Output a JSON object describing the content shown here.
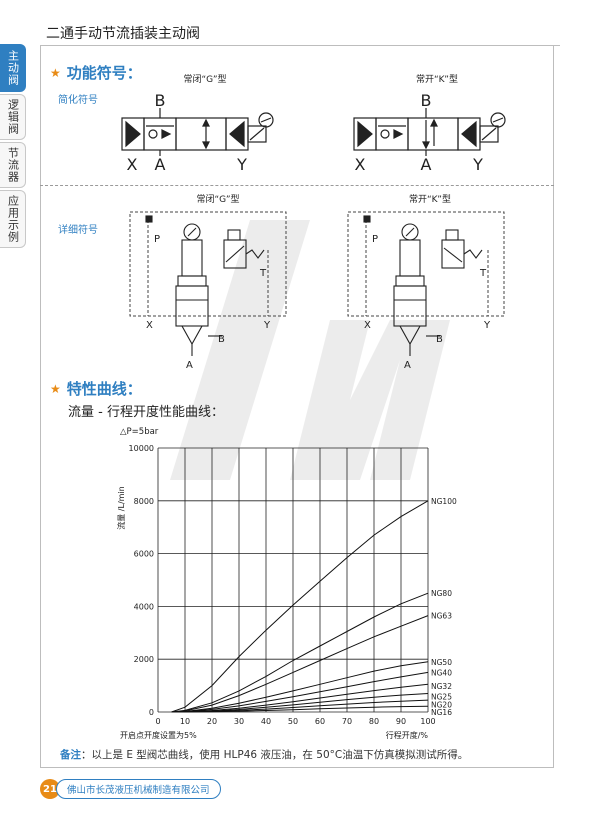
{
  "page": {
    "title": "二通手动节流插装主动阀",
    "page_number": "21",
    "company": "佛山市长茂液压机械制造有限公司"
  },
  "side_tabs": [
    {
      "label": "主动阀",
      "active": true
    },
    {
      "label": "逻辑阀",
      "active": false
    },
    {
      "label": "节流器",
      "active": false
    },
    {
      "label": "应用示例",
      "active": false
    }
  ],
  "symbols": {
    "heading": "功能符号：",
    "simplified_label": "简化符号",
    "detailed_label": "详细符号",
    "simplified_g": {
      "type_label": "常闭“G”型",
      "port_b": "B",
      "port_x": "X",
      "port_a": "A",
      "port_y": "Y"
    },
    "simplified_k": {
      "type_label": "常开“K”型",
      "port_b": "B",
      "port_x": "X",
      "port_a": "A",
      "port_y": "Y"
    },
    "detailed_g": {
      "type_label": "常闭“G”型",
      "port_p": "P",
      "port_t": "T",
      "port_x": "X",
      "port_y": "Y",
      "port_a": "A",
      "port_b": "B"
    },
    "detailed_k": {
      "type_label": "常开“K”型",
      "port_p": "P",
      "port_t": "T",
      "port_x": "X",
      "port_y": "Y",
      "port_a": "A",
      "port_b": "B"
    }
  },
  "curves": {
    "heading": "特性曲线：",
    "caption": "流量 - 行程开度性能曲线："
  },
  "chart_data": {
    "type": "line",
    "title": "",
    "condition_label": "△P=5bar",
    "ylabel": "流量 /L/min",
    "xlabel": "行程开度/%",
    "x_note": "开启点开度设置为5%",
    "xlim": [
      0,
      100
    ],
    "ylim": [
      0,
      10000
    ],
    "x_ticks": [
      0,
      10,
      20,
      30,
      40,
      50,
      60,
      70,
      80,
      90,
      100
    ],
    "y_ticks": [
      0,
      2000,
      4000,
      6000,
      8000,
      10000
    ],
    "grid": true,
    "x": [
      5,
      10,
      20,
      30,
      40,
      50,
      60,
      70,
      80,
      90,
      100
    ],
    "series": [
      {
        "name": "NG100",
        "values": [
          0,
          180,
          1000,
          2100,
          3100,
          4050,
          4950,
          5850,
          6700,
          7400,
          8000
        ]
      },
      {
        "name": "NG80",
        "values": [
          0,
          60,
          350,
          800,
          1350,
          1950,
          2500,
          3050,
          3600,
          4100,
          4500
        ]
      },
      {
        "name": "NG63",
        "values": [
          0,
          40,
          260,
          620,
          1050,
          1500,
          1950,
          2400,
          2850,
          3250,
          3650
        ]
      },
      {
        "name": "NG50",
        "values": [
          0,
          20,
          140,
          330,
          560,
          800,
          1050,
          1300,
          1550,
          1750,
          1900
        ]
      },
      {
        "name": "NG40",
        "values": [
          0,
          12,
          100,
          230,
          400,
          580,
          770,
          960,
          1150,
          1330,
          1500
        ]
      },
      {
        "name": "NG32",
        "values": [
          0,
          8,
          55,
          140,
          260,
          390,
          530,
          670,
          810,
          940,
          1050
        ]
      },
      {
        "name": "NG25",
        "values": [
          0,
          5,
          35,
          95,
          180,
          270,
          370,
          470,
          560,
          640,
          700
        ]
      },
      {
        "name": "NG20",
        "values": [
          0,
          3,
          22,
          60,
          110,
          170,
          235,
          300,
          360,
          410,
          450
        ]
      },
      {
        "name": "NG16",
        "values": [
          0,
          2,
          12,
          32,
          58,
          88,
          120,
          150,
          180,
          205,
          220
        ]
      }
    ]
  },
  "note": {
    "label": "备注",
    "text": "：以上是 E 型阀芯曲线，使用 HLP46 液压油，在 50°C油温下仿真模拟测试所得。"
  },
  "colors": {
    "accent": "#2f7fc1",
    "star": "#e88b16",
    "line": "#222222"
  }
}
